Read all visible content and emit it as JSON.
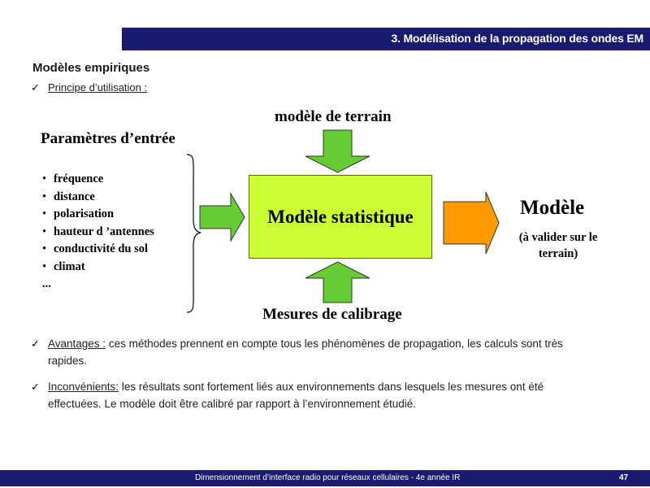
{
  "header": {
    "title": "3. Modélisation de la propagation des ondes EM"
  },
  "section": {
    "title": "Modèles empiriques"
  },
  "principe": {
    "label": "Principe d’utilisation :"
  },
  "diagram": {
    "input_title": "Paramètres d’entrée",
    "parameters": [
      "fréquence",
      "distance",
      "polarisation",
      "hauteur d ’antennes",
      "conductivité du sol",
      "climat"
    ],
    "ellipsis": "...",
    "top_label": "modèle de terrain",
    "center_label": "Modèle statistique",
    "bottom_label": "Mesures de calibrage",
    "output_title": "Modèle",
    "output_note_line1": "(à valider sur le",
    "output_note_line2": "terrain)",
    "colors": {
      "green_arrow": "#66cc33",
      "orange_arrow": "#ff9900",
      "box": "#ccff33"
    }
  },
  "avantages": {
    "label": "Avantages :",
    "text_line1": " ces méthodes prennent en compte tous les phénomènes de propagation, les calculs sont très",
    "text_line2": "rapides."
  },
  "inconvenients": {
    "label": "Inconvénients:",
    "text_line1": " les résultats sont fortement liés aux environnements dans lesquels les mesures ont été",
    "text_line2": "effectuées. Le modèle doit être calibré par rapport à l’environnement étudié."
  },
  "footer": {
    "text": "Dimensionnement d’interface radio pour réseaux cellulaires - 4e année IR",
    "page": "47"
  }
}
